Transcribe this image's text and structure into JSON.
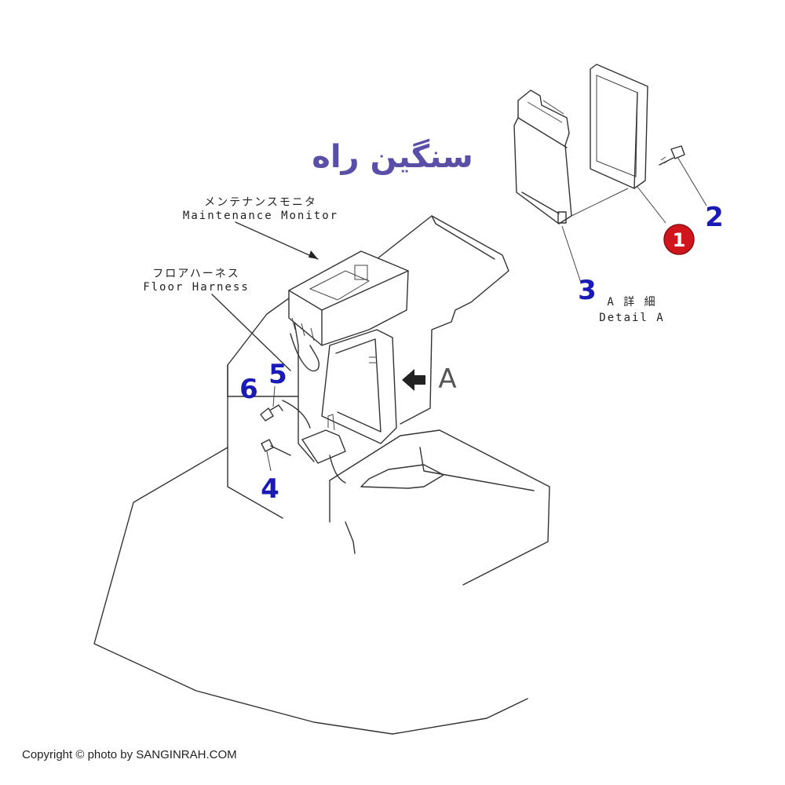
{
  "watermark": {
    "logo_text": "سنگین راه",
    "colors": {
      "primary": "#5a4fa8",
      "secondary": "#555555"
    }
  },
  "labels": {
    "maintenance_monitor_jp": "メンテナンスモニタ",
    "maintenance_monitor_en": "Maintenance Monitor",
    "floor_harness_jp": "フロアハーネス",
    "floor_harness_en": "Floor Harness",
    "detail_a_jp": "A 詳 細",
    "detail_a_en": "Detail A",
    "view_letter": "A"
  },
  "callouts": [
    "1",
    "2",
    "3",
    "4",
    "5",
    "6"
  ],
  "colors": {
    "callout": "#1a1ab8",
    "badge": "#d0161c",
    "line": "#333333"
  },
  "footer": {
    "copyright": "Copyright © photo by SANGINRAH.COM"
  }
}
